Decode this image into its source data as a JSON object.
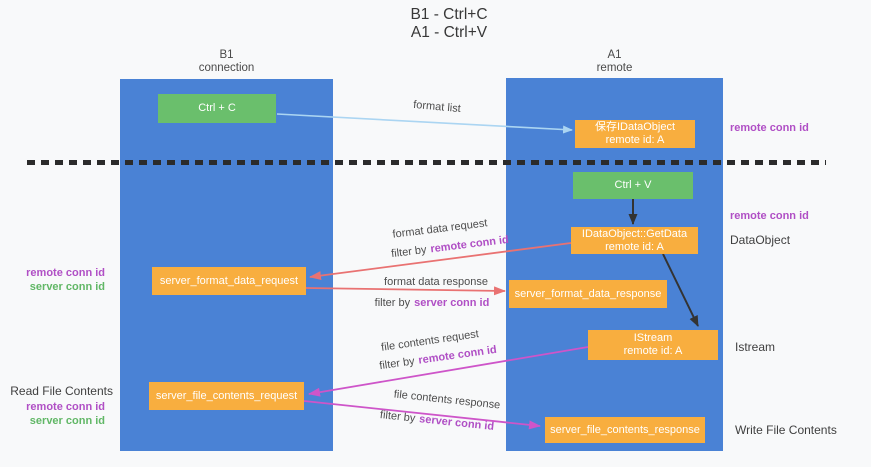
{
  "title": {
    "line1": "B1 - Ctrl+C",
    "line2": "A1 - Ctrl+V"
  },
  "lanes": {
    "left": {
      "title": "B1",
      "subtitle": "connection"
    },
    "right": {
      "title": "A1",
      "subtitle": "remote"
    }
  },
  "nodes": {
    "ctrl_c": {
      "label": "Ctrl + C"
    },
    "ctrl_v": {
      "label": "Ctrl + V"
    },
    "save_dataobject": {
      "line1": "保存IDataObject",
      "line2": "remote id: A"
    },
    "getdata": {
      "line1": "IDataObject::GetData",
      "line2": "remote id: A"
    },
    "format_request": {
      "label": "server_format_data_request"
    },
    "format_response": {
      "label": "server_format_data_response"
    },
    "istream": {
      "line1": "IStream",
      "line2": "remote id: A"
    },
    "file_request": {
      "label": "server_file_contents_request"
    },
    "file_response": {
      "label": "server_file_contents_response"
    }
  },
  "edge_labels": {
    "format_list": "format list",
    "format_data_request": "format data request",
    "format_data_response": "format data response",
    "file_contents_request": "file contents request",
    "file_contents_response": "file contents response",
    "filter_by": "filter by",
    "remote_conn_id": "remote conn id",
    "server_conn_id": "server conn id"
  },
  "side_labels": {
    "remote_conn_id": "remote conn id",
    "server_conn_id": "server conn id",
    "dataobject": "DataObject",
    "istream": "Istream",
    "read_file_contents": "Read File Contents",
    "write_file_contents": "Write File Contents"
  },
  "colors": {
    "column_blue": "#4a82d5",
    "box_green": "#6abf6c",
    "box_orange": "#f8ae3f",
    "arrow_blue": "#abd5f2",
    "arrow_red": "#e97272",
    "arrow_magenta": "#ce55c9",
    "label_purple": "#b04fc5",
    "label_green": "#61b766"
  }
}
